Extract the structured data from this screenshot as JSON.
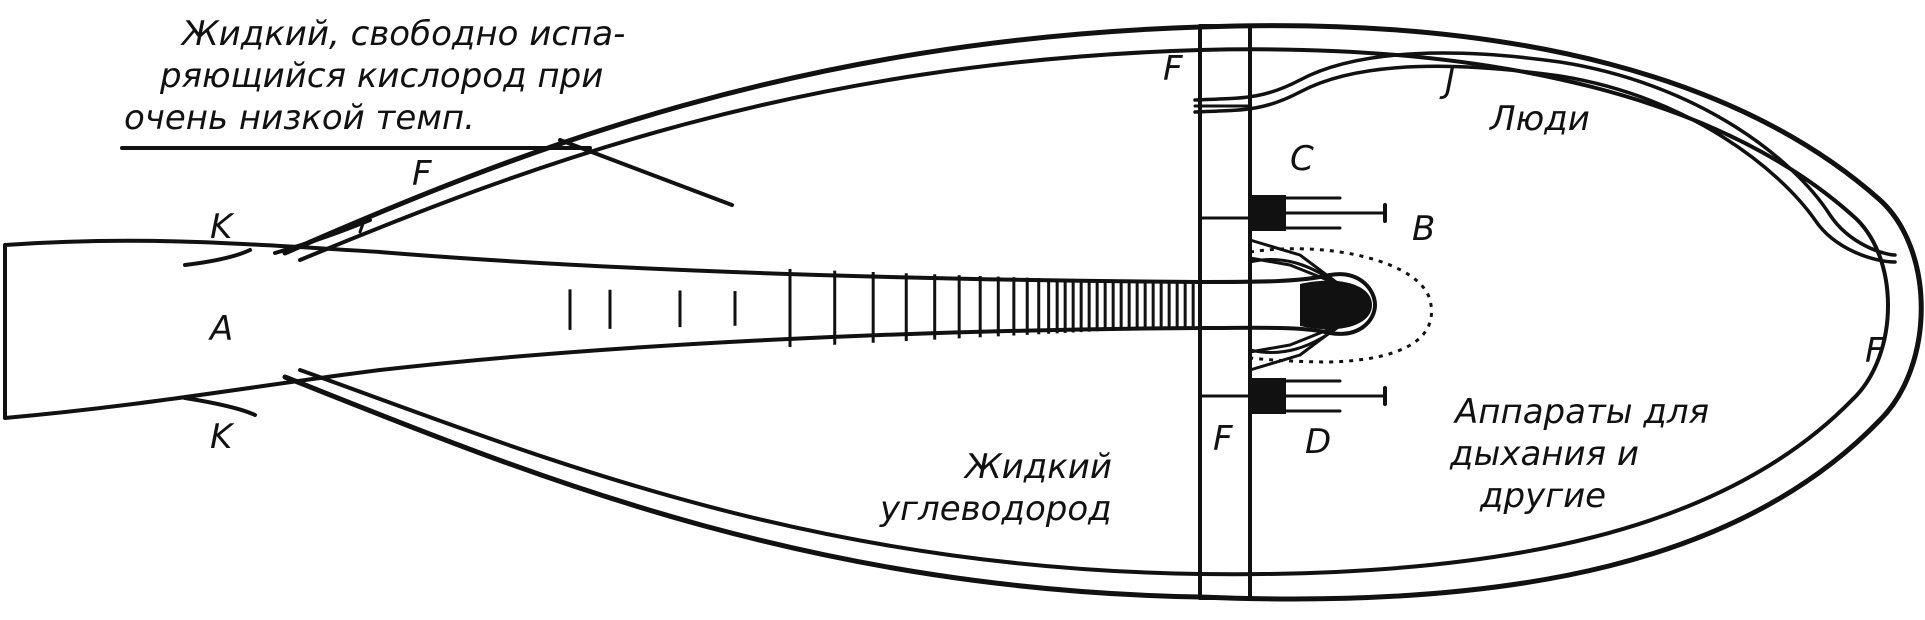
{
  "note_oxygen": {
    "line1": "Жидкий, свободно испа-",
    "line2": "ряющийся кислород при",
    "line3": "очень низкой темп."
  },
  "label_people": "Люди",
  "label_hydrocarbon": {
    "line1": "Жидкий",
    "line2": "углеводород"
  },
  "label_apparatus": {
    "line1": "Аппараты для",
    "line2": "дыхания и",
    "line3": "другие"
  },
  "letters": {
    "A": "A",
    "B": "B",
    "C": "C",
    "D": "D",
    "F": "F",
    "J": "J",
    "K": "K"
  },
  "colors": {
    "ink": "#111111",
    "paper": "#ffffff"
  }
}
